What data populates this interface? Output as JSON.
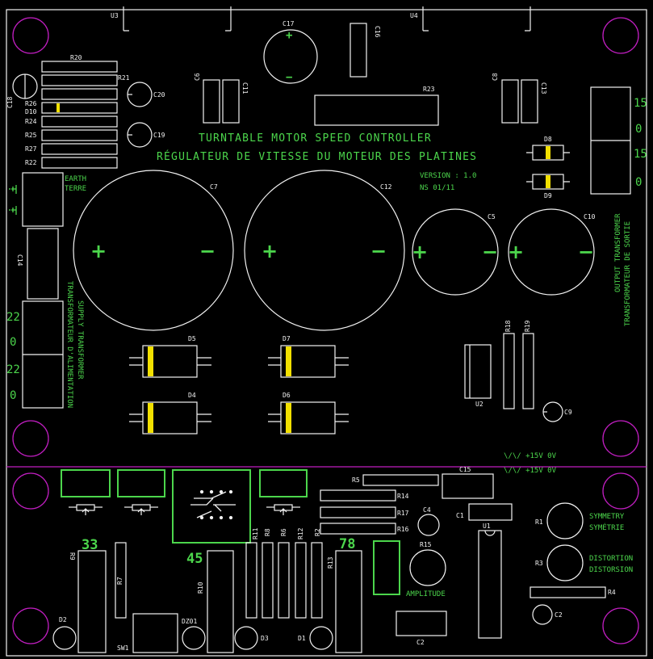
{
  "board": {
    "title_en": "TURNTABLE MOTOR SPEED CONTROLLER",
    "title_fr": "RÉGULATEUR DE VITESSE DU MOTEUR DES PLATINES",
    "version": "VERSION : 1.0",
    "date": "NS 01/11"
  },
  "silkscreen": {
    "earth": "EARTH",
    "terre": "TERRE",
    "supply_en": "SUPPLY TRANSFORMER",
    "supply_fr": "TRANSFORMATEUR D'ALIMENTATION",
    "output_en": "OUTPUT TRANSFORMER",
    "output_fr": "TRANSFORMATEUR DE SORTIE",
    "rail_1": "\\/\\/ +15V 0V",
    "rail_2": "\\/\\/ +15V 0V",
    "symmetry": "SYMMETRY",
    "symetrie": "SYMÉTRIE",
    "distortion": "DISTORTION",
    "distorsion": "DISTORSION",
    "amplitude": "AMPLITUDE",
    "speed_33": "33",
    "speed_45": "45",
    "speed_78": "78",
    "tap_in_22a": "22",
    "tap_in_0a": "0",
    "tap_in_22b": "22",
    "tap_in_0b": "0",
    "tap_out_15a": "15",
    "tap_out_0a": "0",
    "tap_out_15b": "15",
    "tap_out_0b": "0"
  },
  "refs": {
    "U3": "U3",
    "U4": "U4",
    "C17": "C17",
    "C16": "C16",
    "R20": "R20",
    "R21": "R21",
    "R26": "R26",
    "D10": "D10",
    "R24": "R24",
    "R25": "R25",
    "R27": "R27",
    "R22": "R22",
    "C18": "C18",
    "C20": "C20",
    "C19": "C19",
    "C6": "C6",
    "C11": "C11",
    "R23": "R23",
    "C8": "C8",
    "C13": "C13",
    "D8": "D8",
    "D9": "D9",
    "C7": "C7",
    "C12": "C12",
    "C5": "C5",
    "C10": "C10",
    "C14": "C14",
    "D5": "D5",
    "D7": "D7",
    "D4": "D4",
    "D6": "D6",
    "R18": "R18",
    "R19": "R19",
    "U2": "U2",
    "C9": "C9",
    "C15": "C15",
    "R5": "R5",
    "R14": "R14",
    "R17": "R17",
    "R16": "R16",
    "C4": "C4",
    "C1": "C1",
    "R1": "R1",
    "R3": "R3",
    "U1": "U1",
    "R15": "R15",
    "R4": "R4",
    "C2b": "C2",
    "C2": "C2",
    "R9": "R9",
    "R7": "R7",
    "R10": "R10",
    "R11": "R11",
    "R8": "R8",
    "R6": "R6",
    "R12": "R12",
    "R2": "R2",
    "R13": "R13",
    "D2": "D2",
    "SW1": "SW1",
    "DZ01": "DZ01",
    "D3": "D3",
    "D1": "D1"
  },
  "polarity": {
    "plus": "+",
    "minus": "−"
  },
  "colors": {
    "background": "#000000",
    "outline": "#f2f2f2",
    "silkscreen": "#4cd64c",
    "mounting_holes": "#c01ec0",
    "diode_band": "#f2e000"
  }
}
